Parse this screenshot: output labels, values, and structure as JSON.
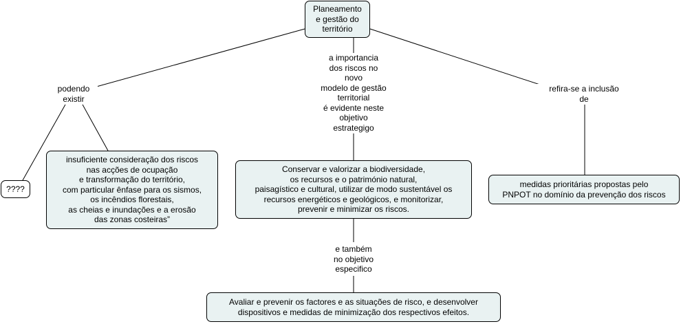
{
  "nodes": {
    "root": "Planeamento\ne gestão do\nterritório",
    "risks_consideration": "insuficiente consideração dos riscos\nnas acções de ocupação\ne transformação do território,\ncom particular ênfase para os sismos,\nos incêndios florestais,\nas cheias e inundações e a erosão\ndas zonas costeiras”",
    "unknown": "????",
    "conservar": "Conservar e valorizar a biodiversidade,\nos recursos e o património natural,\npaisagístico e cultural, utilizar de modo sustentável os\nrecursos energéticos e geológicos, e monitorizar,\nprevenir e minimizar os riscos.",
    "medidas": "medidas prioritárias propostas pelo\nPNPOT no domínio da prevenção dos riscos",
    "avaliar": "Avaliar e prevenir os factores e as situações de risco, e desenvolver\ndispositivos e medidas de minimização dos respectivos efeitos."
  },
  "links": {
    "podendo": "podendo\nexistir",
    "importancia": "a importancia\ndos riscos no\nnovo\nmodelo de gestão\nterritorial\né evidente neste\nobjetivo\nestrategigo",
    "refira": "refira-se a inclusão\nde",
    "tambem": "e também\nno objetivo\nespecifico"
  }
}
